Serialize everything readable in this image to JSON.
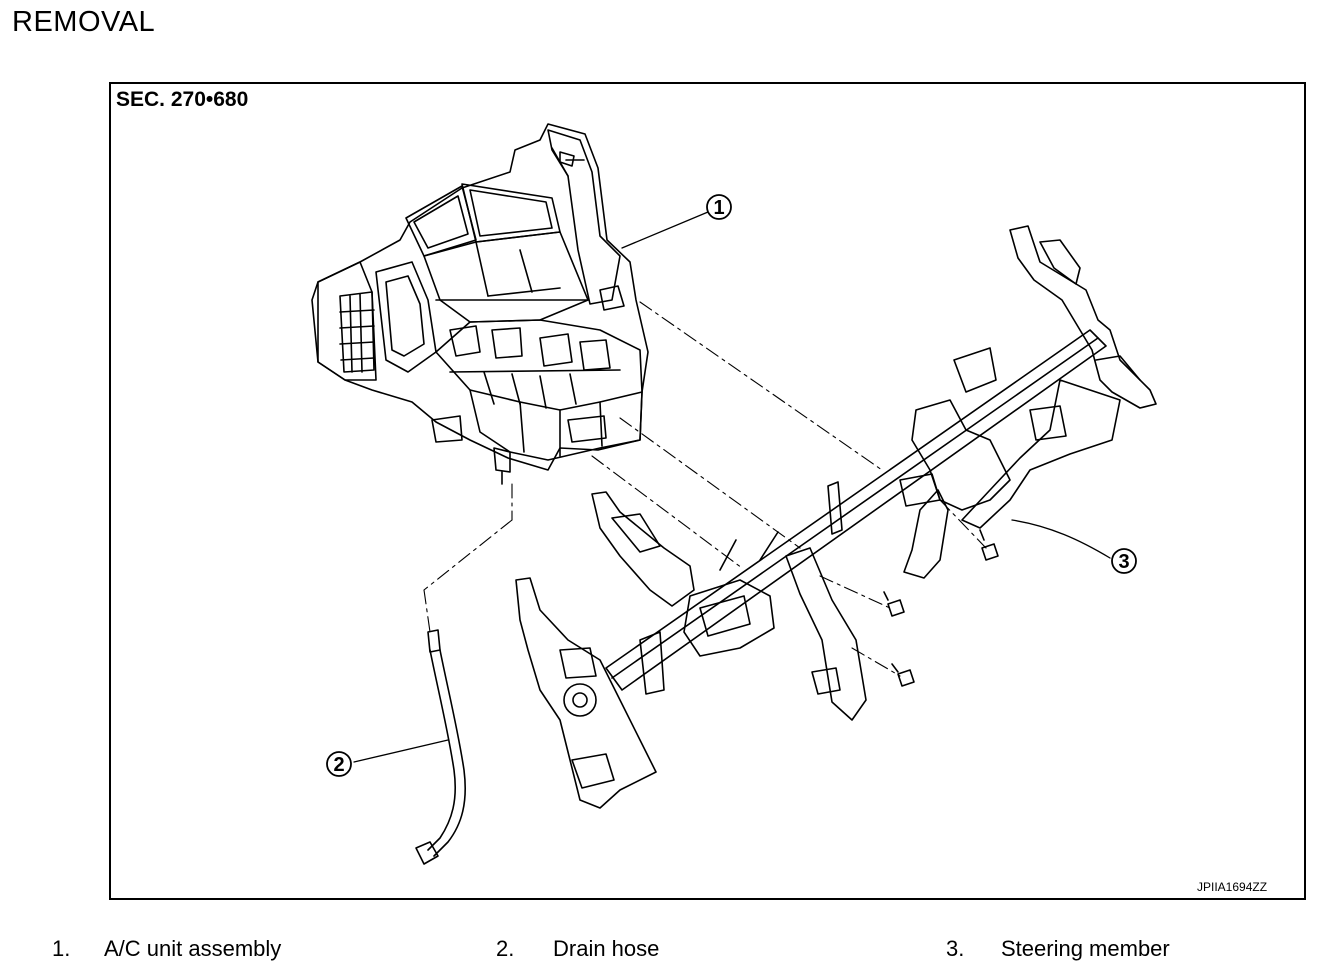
{
  "page_title": "REMOVAL",
  "figure": {
    "section_label": "SEC. 270•680",
    "reference_code": "JPIIA1694ZZ",
    "callouts": [
      {
        "number": "1",
        "label": "A/C unit assembly"
      },
      {
        "number": "2",
        "label": "Drain hose"
      },
      {
        "number": "3",
        "label": "Steering member"
      }
    ]
  },
  "legend": [
    {
      "number": "1.",
      "label": "A/C unit assembly"
    },
    {
      "number": "2.",
      "label": "Drain hose"
    },
    {
      "number": "3.",
      "label": "Steering member"
    }
  ]
}
